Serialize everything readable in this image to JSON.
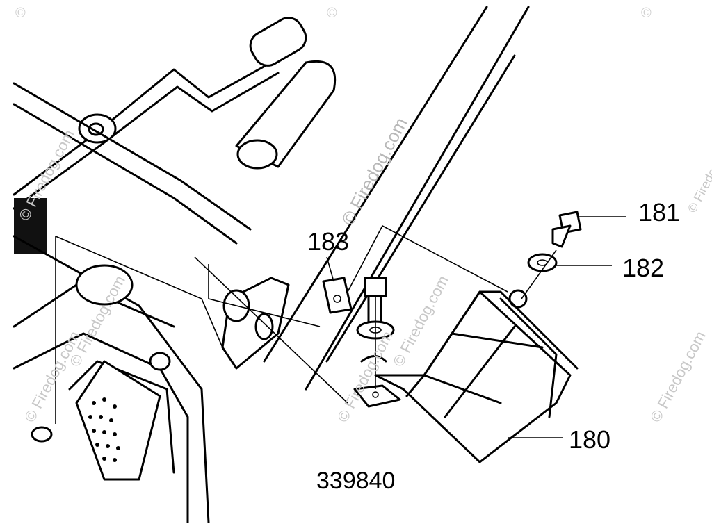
{
  "diagram": {
    "drawing_number": "339840",
    "callouts": [
      {
        "id": "c180",
        "label": "180"
      },
      {
        "id": "c181",
        "label": "181"
      },
      {
        "id": "c182",
        "label": "182"
      },
      {
        "id": "c183",
        "label": "183"
      }
    ],
    "watermark": {
      "text": "© Firedog.com",
      "corner_symbol": "©"
    }
  }
}
